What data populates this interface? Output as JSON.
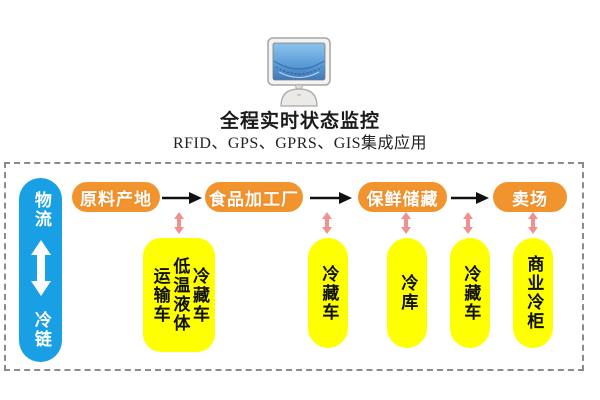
{
  "header": {
    "title": "全程实时状态监控",
    "subtitle": "RFID、GPS、GPRS、GIS集成应用"
  },
  "chain_legend": {
    "top": "物流",
    "bottom": "冷链"
  },
  "flow": {
    "stations": [
      {
        "label": "原料产地"
      },
      {
        "label": "食品加工厂"
      },
      {
        "label": "保鲜储藏"
      },
      {
        "label": "卖场"
      }
    ],
    "equipment": [
      {
        "columns": [
          "运输车",
          "低温液体",
          "冷藏车"
        ]
      },
      {
        "label": "冷藏车"
      },
      {
        "label": "冷库"
      },
      {
        "label": "冷藏车"
      },
      {
        "label": "商业冷柜"
      }
    ]
  },
  "icons": {
    "monitor": "computer-monitor-icon",
    "flow_arrow": "right-arrow-icon",
    "link_arrow": "up-down-arrow-icon",
    "chain_arrow": "up-down-arrow-icon"
  },
  "colors": {
    "station_orange": "#F2942E",
    "equipment_yellow": "#FEFF00",
    "chain_blue": "#189FE4",
    "link_pink": "#F0918F",
    "flow_arrow_black": "#111111",
    "dashed_border_gray": "#8B8B8B",
    "screen_blue": "#5D9FD8"
  }
}
